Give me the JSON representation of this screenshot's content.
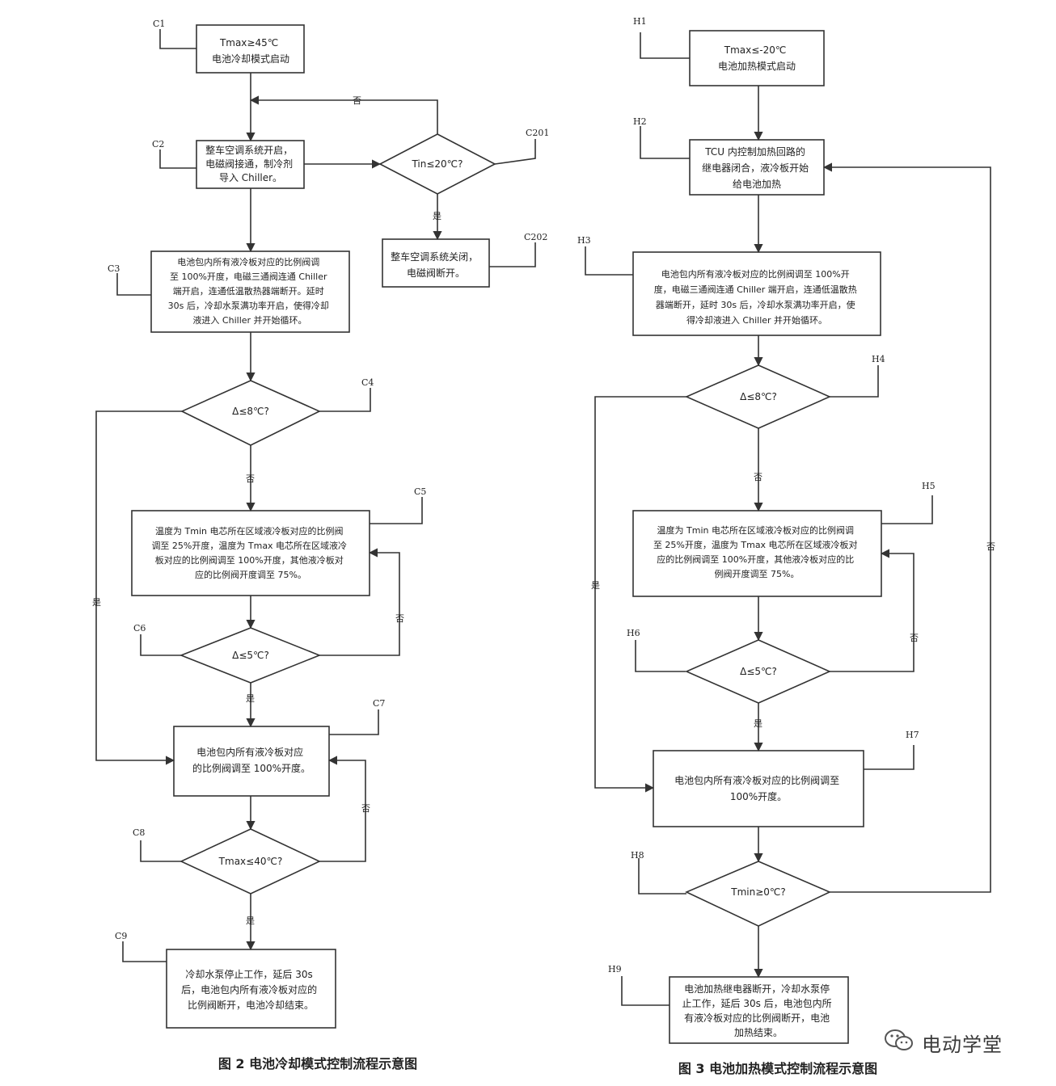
{
  "cooling": {
    "caption": "图 2  电池冷却模式控制流程示意图",
    "tags": {
      "c1": "C1",
      "c2": "C2",
      "c201": "C201",
      "c202": "C202",
      "c3": "C3",
      "c4": "C4",
      "c5": "C5",
      "c6": "C6",
      "c7": "C7",
      "c8": "C8",
      "c9": "C9"
    },
    "nodes": {
      "c1": [
        "Tmax≥45℃",
        "电池冷却模式启动"
      ],
      "c2": [
        "整车空调系统开启，",
        "电磁阀接通，制冷剂",
        "导入 Chiller。"
      ],
      "c201": "Tin≤20℃?",
      "c202": [
        "整车空调系统关闭，",
        "电磁阀断开。"
      ],
      "c3": [
        "电池包内所有液冷板对应的比例阀调",
        "至 100%开度，电磁三通阀连通 Chiller",
        "端开启，连通低温散热器端断开。延时",
        "30s 后，冷却水泵满功率开启，使得冷却",
        "液进入 Chiller 并开始循环。"
      ],
      "c4": "Δ≤8℃?",
      "c5": [
        "温度为 Tmin 电芯所在区域液冷板对应的比例阀",
        "调至 25%开度，温度为 Tmax 电芯所在区域液冷",
        "板对应的比例阀调至 100%开度，其他液冷板对",
        "应的比例阀开度调至 75%。"
      ],
      "c6": "Δ≤5℃?",
      "c7": [
        "电池包内所有液冷板对应",
        "的比例阀调至 100%开度。"
      ],
      "c8": "Tmax≤40℃?",
      "c9": [
        "冷却水泵停止工作，延后 30s",
        "后，电池包内所有液冷板对应的",
        "比例阀断开，电池冷却结束。"
      ]
    },
    "labels": {
      "yes": "是",
      "no": "否"
    }
  },
  "heating": {
    "caption": "图 3  电池加热模式控制流程示意图",
    "tags": {
      "h1": "H1",
      "h2": "H2",
      "h3": "H3",
      "h4": "H4",
      "h5": "H5",
      "h6": "H6",
      "h7": "H7",
      "h8": "H8",
      "h9": "H9"
    },
    "nodes": {
      "h1": [
        "Tmax≤-20℃",
        "电池加热模式启动"
      ],
      "h2": [
        "TCU 内控制加热回路的",
        "继电器闭合，液冷板开始",
        "给电池加热"
      ],
      "h3": [
        "电池包内所有液冷板对应的比例阀调至 100%开",
        "度，电磁三通阀连通 Chiller 端开启，连通低温散热",
        "器端断开，延时 30s 后，冷却水泵满功率开启，使",
        "得冷却液进入 Chiller 并开始循环。"
      ],
      "h4": "Δ≤8℃?",
      "h5": [
        "温度为 Tmin 电芯所在区域液冷板对应的比例阀调",
        "至 25%开度，温度为 Tmax 电芯所在区域液冷板对",
        "应的比例阀调至 100%开度，其他液冷板对应的比",
        "例阀开度调至 75%。"
      ],
      "h6": "Δ≤5℃?",
      "h7": [
        "电池包内所有液冷板对应的比例阀调至",
        "100%开度。"
      ],
      "h8": "Tmin≥0℃?",
      "h9": [
        "电池加热继电器断开，冷却水泵停",
        "止工作，延后 30s 后，电池包内所",
        "有液冷板对应的比例阀断开，电池",
        "加热结束。"
      ]
    },
    "labels": {
      "yes": "是",
      "no": "否"
    }
  },
  "watermark": {
    "text": "电动学堂",
    "icon": "wechat-icon"
  }
}
